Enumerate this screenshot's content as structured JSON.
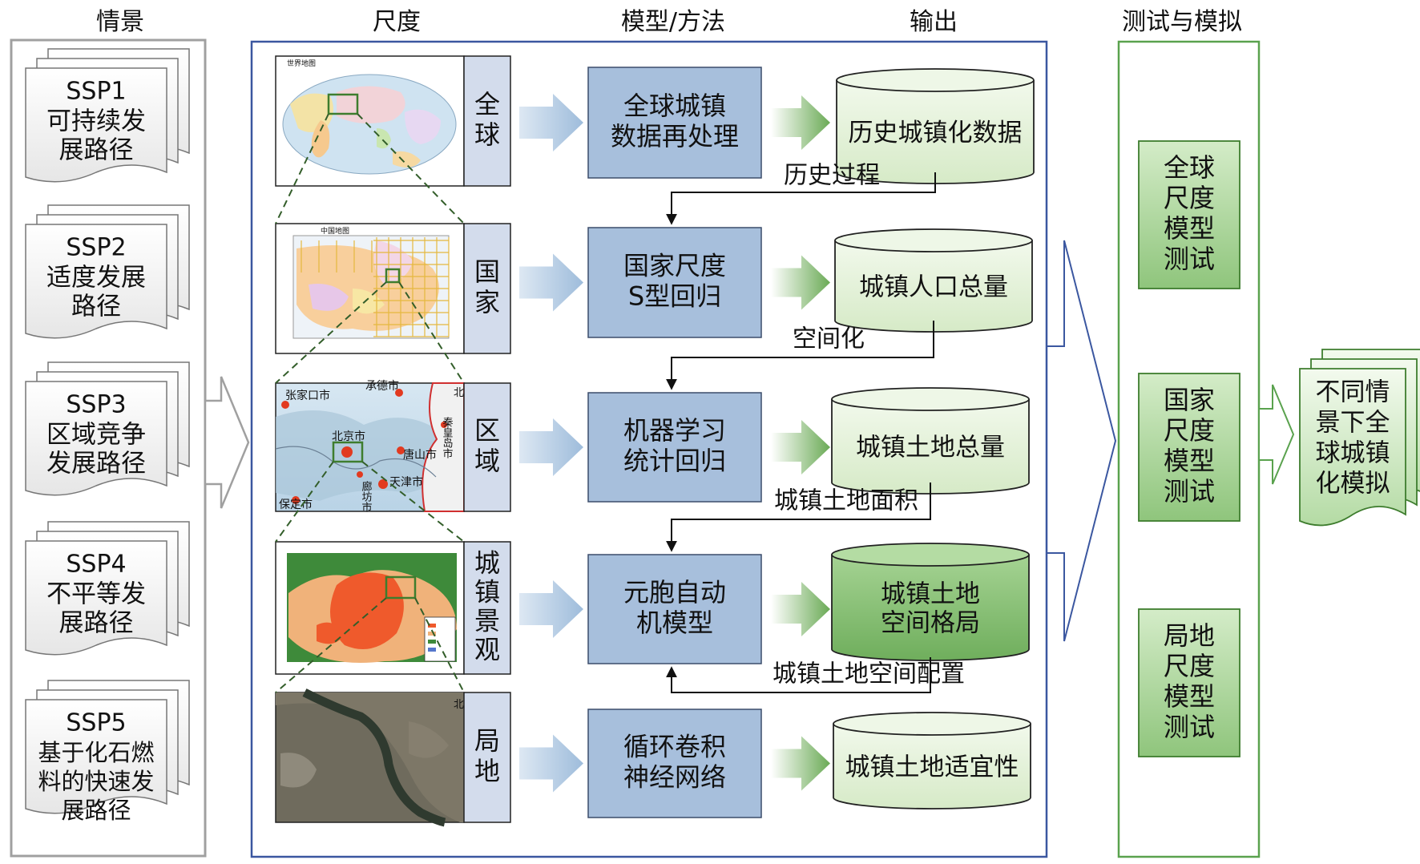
{
  "headers": {
    "scenario": "情景",
    "scale": "尺度",
    "model": "模型/方法",
    "output": "输出",
    "test": "测试与模拟"
  },
  "scenarios": [
    {
      "code": "SSP1",
      "lines": [
        "可持续发",
        "展路径"
      ]
    },
    {
      "code": "SSP2",
      "lines": [
        "适度发展",
        "路径"
      ]
    },
    {
      "code": "SSP3",
      "lines": [
        "区域竞争",
        "发展路径"
      ]
    },
    {
      "code": "SSP4",
      "lines": [
        "不平等发",
        "展路径"
      ]
    },
    {
      "code": "SSP5",
      "lines": [
        "基于化石燃",
        "料的快速发",
        "展路径"
      ]
    }
  ],
  "scales": [
    {
      "lines": [
        "全",
        "球"
      ]
    },
    {
      "lines": [
        "国",
        "家"
      ]
    },
    {
      "lines": [
        "区",
        "域"
      ]
    },
    {
      "lines": [
        "城",
        "镇",
        "景",
        "观"
      ]
    },
    {
      "lines": [
        "局",
        "地"
      ]
    }
  ],
  "map_labels": {
    "world_title": "世界地图",
    "china_title": "中国地图",
    "region_places": [
      "张家口市",
      "承德市",
      "北京市",
      "唐山市",
      "秦皇岛市",
      "天津市",
      "廊坊市",
      "保定市"
    ],
    "north": "北"
  },
  "models": [
    {
      "lines": [
        "全球城镇",
        "数据再处理"
      ]
    },
    {
      "lines": [
        "国家尺度",
        "S型回归"
      ]
    },
    {
      "lines": [
        "机器学习",
        "统计回归"
      ]
    },
    {
      "lines": [
        "元胞自动",
        "机模型"
      ]
    },
    {
      "lines": [
        "循环卷积",
        "神经网络"
      ]
    }
  ],
  "outputs": [
    {
      "lines": [
        "历史城镇化数据"
      ]
    },
    {
      "lines": [
        "城镇人口总量"
      ]
    },
    {
      "lines": [
        "城镇土地总量"
      ]
    },
    {
      "lines": [
        "城镇土地",
        "空间格局"
      ]
    },
    {
      "lines": [
        "城镇土地适宜性"
      ]
    }
  ],
  "flow_labels": [
    "历史过程",
    "空间化",
    "城镇土地面积",
    "城镇土地空间配置"
  ],
  "tests": [
    {
      "lines": [
        "全球",
        "尺度",
        "模型",
        "测试"
      ]
    },
    {
      "lines": [
        "国家",
        "尺度",
        "模型",
        "测试"
      ]
    },
    {
      "lines": [
        "局地",
        "尺度",
        "模型",
        "测试"
      ]
    }
  ],
  "final_output": {
    "lines": [
      "不同情",
      "景下全",
      "球城镇",
      "化模拟"
    ]
  },
  "colors": {
    "frame_blue": "#3b57a0",
    "frame_green": "#5aa24e",
    "frame_gray": "#a0a0a0",
    "model_fill": "#a7bfdc",
    "cyl_fill": "#e3f1d8",
    "cyl_dark": "#8cc27a",
    "test_fill": "#a9d69a",
    "scale_fill": "#d3dcec",
    "arrow_blue": "#a9c3df",
    "arrow_green": "#7eb86c"
  }
}
